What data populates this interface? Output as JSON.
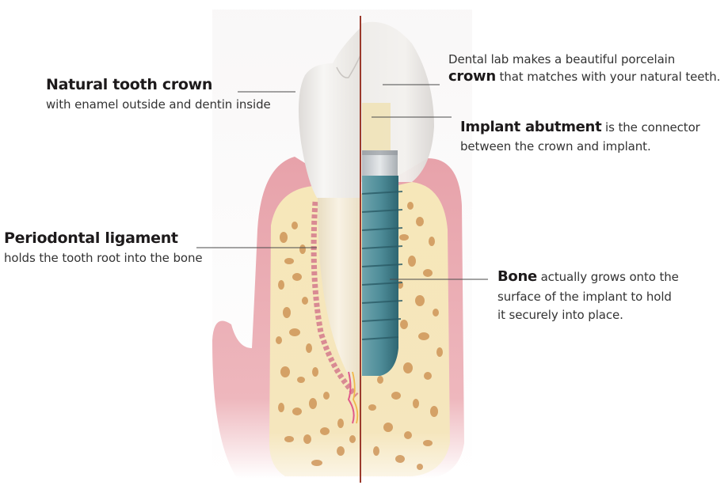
{
  "diagram": {
    "type": "labeled-illustration",
    "subject": "Natural tooth vs dental implant cross-section",
    "colors": {
      "background": "#ffffff",
      "gum": "#e9a7ae",
      "gum_dark": "#d88b95",
      "bone": "#f5e6b8",
      "bone_pore": "#c98a4a",
      "tooth_enamel": "#f4f2f0",
      "tooth_root": "#f0e7d0",
      "implant": "#4e8c98",
      "implant_dark": "#2f6773",
      "abutment": "#f0e2b5",
      "collar": "#c9cdd1",
      "divider": "#9b3a2c",
      "ligament": "#d98a93",
      "leader_line": "#4a4a4a"
    }
  },
  "labels": {
    "natural_crown": {
      "title": "Natural tooth crown",
      "description": "with enamel outside and dentin inside"
    },
    "periodontal": {
      "title": "Periodontal ligament",
      "description": "holds the tooth root into the bone"
    },
    "porcelain_crown": {
      "line1": "Dental lab makes a beautiful porcelain",
      "bold": "crown",
      "line2_rest": " that matches with your natural teeth."
    },
    "abutment": {
      "bold": "Implant abutment",
      "line1_rest": " is the connector",
      "line2": "between the crown and implant."
    },
    "bone": {
      "bold": "Bone",
      "line1_rest": " actually grows onto the",
      "line2": "surface of the implant to hold",
      "line3": "it securely into place."
    }
  }
}
